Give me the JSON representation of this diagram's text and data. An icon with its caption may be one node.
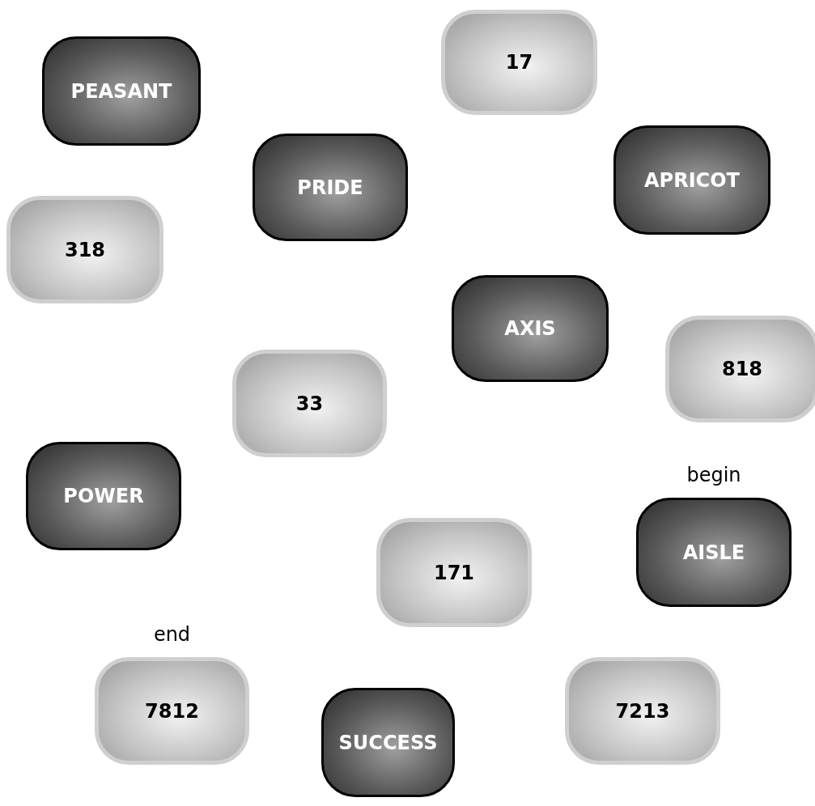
{
  "diagram": {
    "nodes": [
      {
        "text": [
          "17"
        ]
      },
      {
        "text": [
          "PEASANT"
        ]
      },
      {
        "text": [
          "APRICOT"
        ]
      },
      {
        "text": [
          "PRIDE"
        ]
      },
      {
        "text": [
          "318"
        ]
      },
      {
        "text": [
          "AXIS"
        ]
      },
      {
        "text": [
          "818"
        ]
      },
      {
        "text": [
          "33"
        ]
      },
      {
        "text": [
          "POWER"
        ]
      },
      {
        "text": [
          "AISLE"
        ],
        "beside": [
          "begin"
        ]
      },
      {
        "text": [
          "171"
        ]
      },
      {
        "text": [
          "7812"
        ],
        "beside": [
          "end"
        ]
      },
      {
        "text": [
          "7213"
        ]
      },
      {
        "text": [
          "SUCCESS"
        ]
      }
    ],
    "edges": []
  }
}
